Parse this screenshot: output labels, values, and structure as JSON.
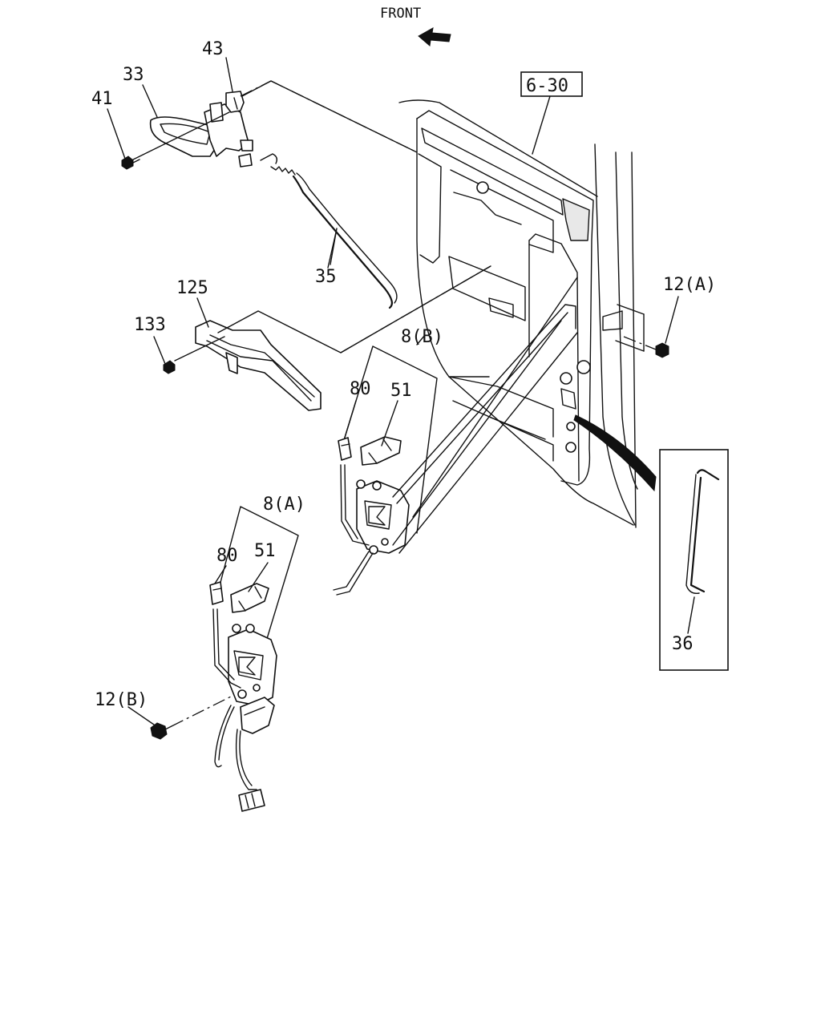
{
  "diagram": {
    "front_label": "FRONT",
    "ref_box_label": "6-30",
    "callouts": {
      "c43": "43",
      "c33": "33",
      "c41": "41",
      "c35": "35",
      "c125": "125",
      "c133": "133",
      "c12a": "12(A)",
      "c8b": "8(B)",
      "c80b": "80",
      "c51b": "51",
      "c8a": "8(A)",
      "c80a": "80",
      "c51a": "51",
      "c12b": "12(B)",
      "c36": "36"
    }
  }
}
